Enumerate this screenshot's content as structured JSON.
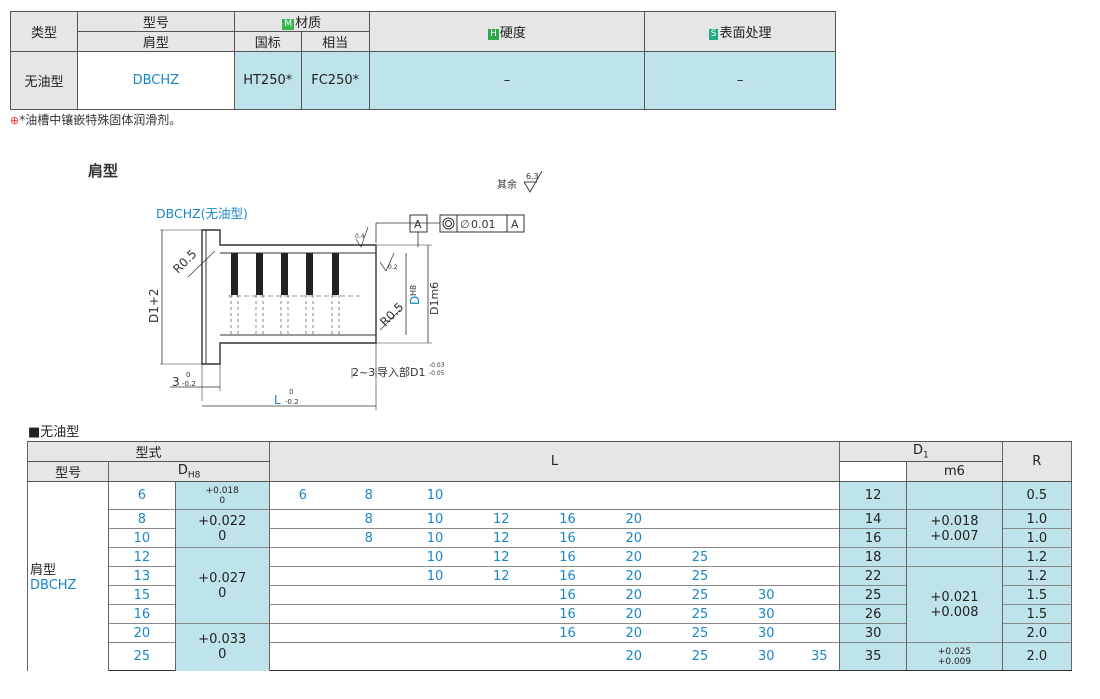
{
  "spec_table": {
    "type_label": "类型",
    "model_label": "型号",
    "shoulder_label": "肩型",
    "material_badge": "M",
    "material_label": "材质",
    "material_std": "国标",
    "material_equiv": "相当",
    "hardness_badge": "H",
    "hardness_label": "硬度",
    "surface_badge": "S",
    "surface_label": "表面处理",
    "row": {
      "type": "无油型",
      "model": "DBCHZ",
      "std": "HT250*",
      "equiv": "FC250*",
      "hardness": "–",
      "surface": "–"
    }
  },
  "note": "*油槽中镶嵌特殊固体润滑剂。",
  "section_heading": "肩型",
  "drawing": {
    "title": "DBCHZ(无油型)",
    "roughness_other": "其余",
    "roughness_other_value": "6.3",
    "datum": "A",
    "tolerance_value": "0.01",
    "rough_top": "0.4",
    "rough_bore": "0.2",
    "r_top": "R0.5",
    "r_bottom": "R0.5",
    "d1_dim": "D1+2",
    "d_label": "D",
    "d_sub": "H8",
    "d1m6": "D1m6",
    "flange_dim": "3",
    "flange_tol_top": "0",
    "flange_tol_bot": "-0.2",
    "l_label": "L",
    "l_tol_top": "0",
    "l_tol_bot": "-0.2",
    "lead_range": "2~3",
    "lead_text": "导入部D1",
    "lead_tol_top": "-0.03",
    "lead_tol_bot": "-0.05"
  },
  "size_section_title": "■无油型",
  "size_table": {
    "form_label": "型式",
    "model_label": "型号",
    "d_label": "D",
    "d_sub": "H8",
    "l_label": "L",
    "d1_label": "D",
    "d1_sub": "1",
    "m6_label": "m6",
    "r_label": "R",
    "model_name": "肩型",
    "model_code": "DBCHZ",
    "tol_d_6_top": "+0.018",
    "tol_d_6_bot": "0",
    "tol_d_8_top": "+0.022",
    "tol_d_8_bot": "0",
    "tol_d_12_top": "+0.027",
    "tol_d_12_bot": "0",
    "tol_d_20_top": "+0.033",
    "tol_d_20_bot": "0",
    "tol_m6_a_top": "+0.018",
    "tol_m6_a_bot": "+0.007",
    "tol_m6_b_top": "+0.021",
    "tol_m6_b_bot": "+0.008",
    "tol_m6_c_top": "+0.025",
    "tol_m6_c_bot": "+0.009",
    "rows": [
      {
        "d": "6",
        "l": [
          "6",
          "8",
          "10",
          "",
          "",
          "",
          "",
          "",
          ""
        ],
        "d1": "12",
        "r": "0.5"
      },
      {
        "d": "8",
        "l": [
          "",
          "8",
          "10",
          "12",
          "16",
          "20",
          "",
          "",
          ""
        ],
        "d1": "14",
        "r": "1.0"
      },
      {
        "d": "10",
        "l": [
          "",
          "8",
          "10",
          "12",
          "16",
          "20",
          "",
          "",
          ""
        ],
        "d1": "16",
        "r": "1.0"
      },
      {
        "d": "12",
        "l": [
          "",
          "",
          "10",
          "12",
          "16",
          "20",
          "25",
          "",
          ""
        ],
        "d1": "18",
        "r": "1.2"
      },
      {
        "d": "13",
        "l": [
          "",
          "",
          "10",
          "12",
          "16",
          "20",
          "25",
          "",
          ""
        ],
        "d1": "22",
        "r": "1.2"
      },
      {
        "d": "15",
        "l": [
          "",
          "",
          "",
          "",
          "16",
          "20",
          "25",
          "30",
          ""
        ],
        "d1": "25",
        "r": "1.5"
      },
      {
        "d": "16",
        "l": [
          "",
          "",
          "",
          "",
          "16",
          "20",
          "25",
          "30",
          ""
        ],
        "d1": "26",
        "r": "1.5"
      },
      {
        "d": "20",
        "l": [
          "",
          "",
          "",
          "",
          "16",
          "20",
          "25",
          "30",
          ""
        ],
        "d1": "30",
        "r": "2.0"
      },
      {
        "d": "25",
        "l": [
          "",
          "",
          "",
          "",
          "",
          "20",
          "25",
          "30",
          "35"
        ],
        "d1": "35",
        "r": "2.0"
      }
    ]
  }
}
